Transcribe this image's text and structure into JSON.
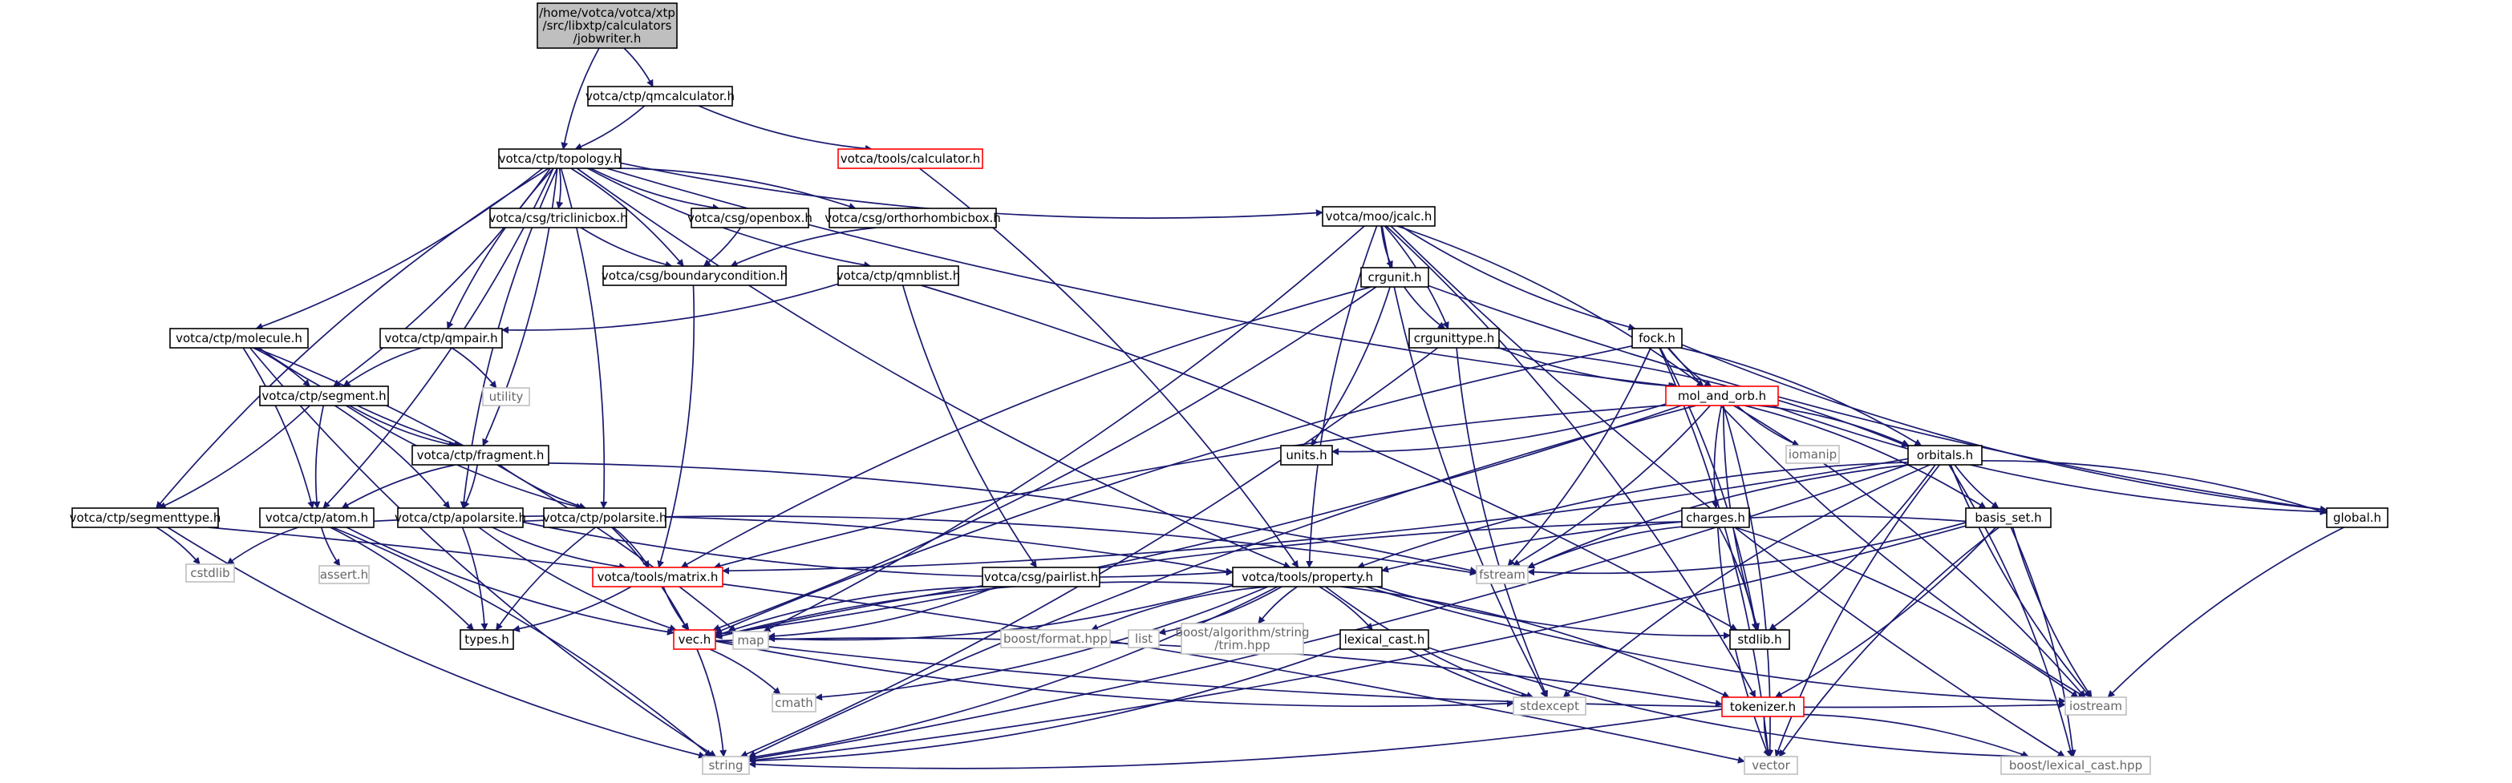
{
  "graph": {
    "colors": {
      "edge": "#191970",
      "text": "#000000",
      "ext_text": "#666666",
      "node_border": "#000000",
      "ext_border": "#bfbfbf",
      "incomplete_border": "#ff0000",
      "root_fill": "#bfbfbf"
    },
    "root": "n0",
    "nodes": [
      {
        "id": "n0",
        "lines": [
          "/home/votca/votca/xtp",
          "/src/libxtp/calculators",
          "/jobwriter.h"
        ],
        "kind": "root"
      },
      {
        "id": "n1",
        "lines": [
          "votca/ctp/qmcalculator.h"
        ],
        "kind": "normal"
      },
      {
        "id": "n2",
        "lines": [
          "votca/ctp/topology.h"
        ],
        "kind": "normal"
      },
      {
        "id": "n3",
        "lines": [
          "votca/tools/calculator.h"
        ],
        "kind": "incomplete"
      },
      {
        "id": "n4",
        "lines": [
          "votca/csg/triclinicbox.h"
        ],
        "kind": "normal"
      },
      {
        "id": "n5",
        "lines": [
          "votca/csg/openbox.h"
        ],
        "kind": "normal"
      },
      {
        "id": "n6",
        "lines": [
          "votca/csg/orthorhombicbox.h"
        ],
        "kind": "normal"
      },
      {
        "id": "n7",
        "lines": [
          "votca/moo/jcalc.h"
        ],
        "kind": "normal"
      },
      {
        "id": "n8",
        "lines": [
          "votca/csg/boundarycondition.h"
        ],
        "kind": "normal"
      },
      {
        "id": "n9",
        "lines": [
          "votca/ctp/qmnblist.h"
        ],
        "kind": "normal"
      },
      {
        "id": "n10",
        "lines": [
          "crgunit.h"
        ],
        "kind": "normal"
      },
      {
        "id": "n11",
        "lines": [
          "votca/ctp/molecule.h"
        ],
        "kind": "normal"
      },
      {
        "id": "n12",
        "lines": [
          "votca/ctp/qmpair.h"
        ],
        "kind": "normal"
      },
      {
        "id": "n13",
        "lines": [
          "crgunittype.h"
        ],
        "kind": "normal"
      },
      {
        "id": "n14",
        "lines": [
          "fock.h"
        ],
        "kind": "normal"
      },
      {
        "id": "n15",
        "lines": [
          "utility"
        ],
        "kind": "external"
      },
      {
        "id": "n16",
        "lines": [
          "votca/ctp/segment.h"
        ],
        "kind": "normal"
      },
      {
        "id": "n17",
        "lines": [
          "mol_and_orb.h"
        ],
        "kind": "incomplete"
      },
      {
        "id": "n18",
        "lines": [
          "units.h"
        ],
        "kind": "normal"
      },
      {
        "id": "n19",
        "lines": [
          "iomanip"
        ],
        "kind": "external"
      },
      {
        "id": "n20",
        "lines": [
          "votca/ctp/fragment.h"
        ],
        "kind": "normal"
      },
      {
        "id": "n21",
        "lines": [
          "orbitals.h"
        ],
        "kind": "normal"
      },
      {
        "id": "n22",
        "lines": [
          "votca/ctp/segmenttype.h"
        ],
        "kind": "normal"
      },
      {
        "id": "n23",
        "lines": [
          "votca/ctp/atom.h"
        ],
        "kind": "normal"
      },
      {
        "id": "n24",
        "lines": [
          "votca/ctp/apolarsite.h"
        ],
        "kind": "normal"
      },
      {
        "id": "n25",
        "lines": [
          "votca/ctp/polarsite.h"
        ],
        "kind": "normal"
      },
      {
        "id": "n26",
        "lines": [
          "charges.h"
        ],
        "kind": "normal"
      },
      {
        "id": "n27",
        "lines": [
          "basis_set.h"
        ],
        "kind": "normal"
      },
      {
        "id": "n28",
        "lines": [
          "global.h"
        ],
        "kind": "normal"
      },
      {
        "id": "n29",
        "lines": [
          "cstdlib"
        ],
        "kind": "external"
      },
      {
        "id": "n30",
        "lines": [
          "assert.h"
        ],
        "kind": "external"
      },
      {
        "id": "n31",
        "lines": [
          "votca/tools/matrix.h"
        ],
        "kind": "incomplete"
      },
      {
        "id": "n32",
        "lines": [
          "fstream"
        ],
        "kind": "external"
      },
      {
        "id": "n33",
        "lines": [
          "votca/csg/pairlist.h"
        ],
        "kind": "normal"
      },
      {
        "id": "n34",
        "lines": [
          "votca/tools/property.h"
        ],
        "kind": "normal"
      },
      {
        "id": "n35",
        "lines": [
          "types.h"
        ],
        "kind": "normal"
      },
      {
        "id": "n36",
        "lines": [
          "map"
        ],
        "kind": "external"
      },
      {
        "id": "n37",
        "lines": [
          "vec.h"
        ],
        "kind": "incomplete"
      },
      {
        "id": "n38",
        "lines": [
          "boost/format.hpp"
        ],
        "kind": "external"
      },
      {
        "id": "n39",
        "lines": [
          "list"
        ],
        "kind": "external"
      },
      {
        "id": "n40",
        "lines": [
          "boost/algorithm/string",
          "/trim.hpp"
        ],
        "kind": "external"
      },
      {
        "id": "n41",
        "lines": [
          "lexical_cast.h"
        ],
        "kind": "normal"
      },
      {
        "id": "n42",
        "lines": [
          "stdlib.h"
        ],
        "kind": "normal"
      },
      {
        "id": "n43",
        "lines": [
          "cmath"
        ],
        "kind": "external"
      },
      {
        "id": "n44",
        "lines": [
          "stdexcept"
        ],
        "kind": "external"
      },
      {
        "id": "n45",
        "lines": [
          "tokenizer.h"
        ],
        "kind": "incomplete"
      },
      {
        "id": "n46",
        "lines": [
          "iostream"
        ],
        "kind": "external"
      },
      {
        "id": "n47",
        "lines": [
          "string"
        ],
        "kind": "external"
      },
      {
        "id": "n48",
        "lines": [
          "vector"
        ],
        "kind": "external"
      },
      {
        "id": "n49",
        "lines": [
          "boost/lexical_cast.hpp"
        ],
        "kind": "external"
      }
    ],
    "edges": [
      [
        "n0",
        "n1"
      ],
      [
        "n0",
        "n2"
      ],
      [
        "n1",
        "n2"
      ],
      [
        "n1",
        "n3"
      ],
      [
        "n2",
        "n4"
      ],
      [
        "n2",
        "n5"
      ],
      [
        "n2",
        "n6"
      ],
      [
        "n2",
        "n7"
      ],
      [
        "n2",
        "n8"
      ],
      [
        "n2",
        "n9"
      ],
      [
        "n2",
        "n11"
      ],
      [
        "n2",
        "n12"
      ],
      [
        "n2",
        "n16"
      ],
      [
        "n2",
        "n17"
      ],
      [
        "n2",
        "n20"
      ],
      [
        "n2",
        "n22"
      ],
      [
        "n2",
        "n23"
      ],
      [
        "n2",
        "n24"
      ],
      [
        "n2",
        "n25"
      ],
      [
        "n2",
        "n34"
      ],
      [
        "n3",
        "n34"
      ],
      [
        "n4",
        "n8"
      ],
      [
        "n5",
        "n8"
      ],
      [
        "n6",
        "n8"
      ],
      [
        "n8",
        "n31"
      ],
      [
        "n7",
        "n10"
      ],
      [
        "n7",
        "n13"
      ],
      [
        "n7",
        "n14"
      ],
      [
        "n7",
        "n17"
      ],
      [
        "n7",
        "n34"
      ],
      [
        "n7",
        "n36"
      ],
      [
        "n7",
        "n44"
      ],
      [
        "n7",
        "n45"
      ],
      [
        "n7",
        "n49"
      ],
      [
        "n9",
        "n12"
      ],
      [
        "n9",
        "n33"
      ],
      [
        "n9",
        "n42"
      ],
      [
        "n10",
        "n13"
      ],
      [
        "n10",
        "n18"
      ],
      [
        "n10",
        "n31"
      ],
      [
        "n10",
        "n37"
      ],
      [
        "n10",
        "n28"
      ],
      [
        "n11",
        "n16"
      ],
      [
        "n11",
        "n20"
      ],
      [
        "n11",
        "n23"
      ],
      [
        "n11",
        "n47"
      ],
      [
        "n11",
        "n36"
      ],
      [
        "n12",
        "n16"
      ],
      [
        "n12",
        "n15"
      ],
      [
        "n13",
        "n17"
      ],
      [
        "n13",
        "n21"
      ],
      [
        "n13",
        "n44"
      ],
      [
        "n13",
        "n47"
      ],
      [
        "n14",
        "n17"
      ],
      [
        "n14",
        "n21"
      ],
      [
        "n14",
        "n28"
      ],
      [
        "n14",
        "n32"
      ],
      [
        "n14",
        "n37"
      ],
      [
        "n14",
        "n48"
      ],
      [
        "n14",
        "n46"
      ],
      [
        "n14",
        "n42"
      ],
      [
        "n16",
        "n20"
      ],
      [
        "n16",
        "n22"
      ],
      [
        "n16",
        "n23"
      ],
      [
        "n16",
        "n24"
      ],
      [
        "n16",
        "n25"
      ],
      [
        "n17",
        "n18"
      ],
      [
        "n17",
        "n19"
      ],
      [
        "n17",
        "n21"
      ],
      [
        "n17",
        "n26"
      ],
      [
        "n17",
        "n27"
      ],
      [
        "n17",
        "n28"
      ],
      [
        "n17",
        "n32"
      ],
      [
        "n17",
        "n42"
      ],
      [
        "n17",
        "n46"
      ],
      [
        "n17",
        "n31"
      ],
      [
        "n17",
        "n37"
      ],
      [
        "n17",
        "n47"
      ],
      [
        "n17",
        "n48"
      ],
      [
        "n20",
        "n23"
      ],
      [
        "n20",
        "n24"
      ],
      [
        "n20",
        "n25"
      ],
      [
        "n20",
        "n32"
      ],
      [
        "n21",
        "n27"
      ],
      [
        "n21",
        "n28"
      ],
      [
        "n21",
        "n32"
      ],
      [
        "n21",
        "n42"
      ],
      [
        "n21",
        "n46"
      ],
      [
        "n21",
        "n31"
      ],
      [
        "n21",
        "n44"
      ],
      [
        "n21",
        "n47"
      ],
      [
        "n21",
        "n48"
      ],
      [
        "n21",
        "n49"
      ],
      [
        "n21",
        "n34"
      ],
      [
        "n22",
        "n29"
      ],
      [
        "n22",
        "n47"
      ],
      [
        "n22",
        "n48"
      ],
      [
        "n23",
        "n30"
      ],
      [
        "n23",
        "n35"
      ],
      [
        "n23",
        "n37"
      ],
      [
        "n23",
        "n47"
      ],
      [
        "n23",
        "n29"
      ],
      [
        "n23",
        "n34"
      ],
      [
        "n24",
        "n31"
      ],
      [
        "n24",
        "n35"
      ],
      [
        "n24",
        "n37"
      ],
      [
        "n24",
        "n32"
      ],
      [
        "n24",
        "n34"
      ],
      [
        "n25",
        "n31"
      ],
      [
        "n25",
        "n35"
      ],
      [
        "n25",
        "n37"
      ],
      [
        "n26",
        "n32"
      ],
      [
        "n26",
        "n42"
      ],
      [
        "n26",
        "n48"
      ],
      [
        "n26",
        "n46"
      ],
      [
        "n26",
        "n37"
      ],
      [
        "n27",
        "n32"
      ],
      [
        "n27",
        "n34"
      ],
      [
        "n27",
        "n45"
      ],
      [
        "n27",
        "n46"
      ],
      [
        "n27",
        "n47"
      ],
      [
        "n27",
        "n48"
      ],
      [
        "n27",
        "n49"
      ],
      [
        "n28",
        "n46"
      ],
      [
        "n31",
        "n35"
      ],
      [
        "n31",
        "n37"
      ],
      [
        "n33",
        "n36"
      ],
      [
        "n33",
        "n37"
      ],
      [
        "n34",
        "n36"
      ],
      [
        "n34",
        "n38"
      ],
      [
        "n34",
        "n39"
      ],
      [
        "n34",
        "n40"
      ],
      [
        "n34",
        "n41"
      ],
      [
        "n34",
        "n42"
      ],
      [
        "n34",
        "n43"
      ],
      [
        "n34",
        "n44"
      ],
      [
        "n34",
        "n45"
      ],
      [
        "n34",
        "n46"
      ],
      [
        "n34",
        "n47"
      ],
      [
        "n34",
        "n37"
      ],
      [
        "n37",
        "n43"
      ],
      [
        "n37",
        "n44"
      ],
      [
        "n37",
        "n45"
      ],
      [
        "n37",
        "n46"
      ],
      [
        "n37",
        "n47"
      ],
      [
        "n41",
        "n44"
      ],
      [
        "n41",
        "n47"
      ],
      [
        "n41",
        "n49"
      ],
      [
        "n45",
        "n47"
      ],
      [
        "n45",
        "n48"
      ],
      [
        "n45",
        "n49"
      ]
    ]
  }
}
